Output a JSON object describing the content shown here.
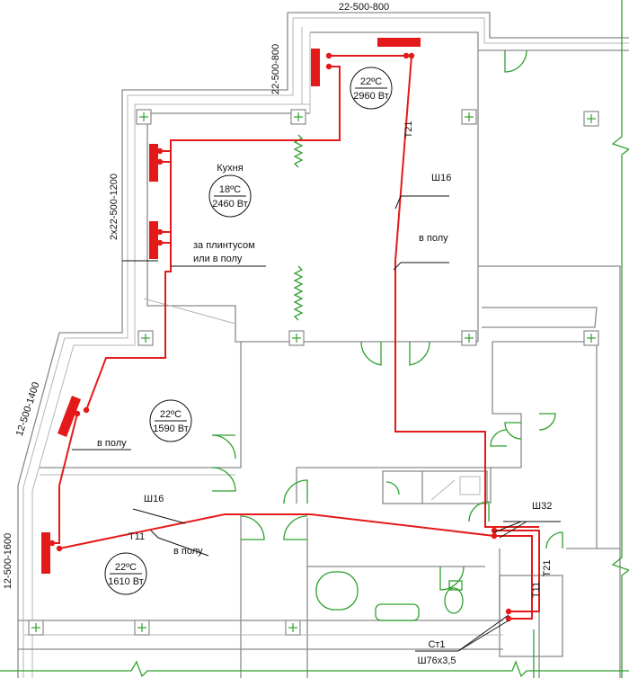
{
  "labels": {
    "rad_top": "22-500-800",
    "rad_left_top": "22-500-800",
    "rad_kitchen": "2x22-500-1200",
    "rad_diag": "12-500-1400",
    "rad_bottom": "12-500-1600",
    "kitchen": "Кухня",
    "under_plinth_1": "за плинтусом",
    "under_plinth_2": "или в полу",
    "in_floor": "в полу",
    "sh16": "Ш16",
    "t21": "Т21",
    "t11": "Т11",
    "sh32": "Ш32",
    "st1": "Ст1",
    "sh76": "Ш76х3,5"
  },
  "rooms": [
    {
      "temp": "22ºC",
      "power": "2960 Вт"
    },
    {
      "temp": "18ºC",
      "power": "2460 Вт"
    },
    {
      "temp": "22ºC",
      "power": "1590 Вт"
    },
    {
      "temp": "22ºC",
      "power": "1610 Вт"
    }
  ],
  "colors": {
    "pipe": "#e41a1a",
    "doors": "#2ea02e",
    "walls": "#8a8a8a"
  }
}
